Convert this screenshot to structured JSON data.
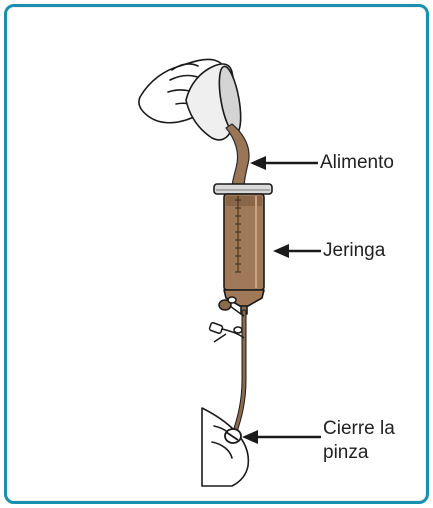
{
  "labels": {
    "food": "Alimento",
    "syringe": "Jeringa",
    "clamp_line1": "Cierre la",
    "clamp_line2": "pinza"
  },
  "colors": {
    "border": "#1a8fb0",
    "syringe_fill": "#a07a58",
    "tube": "#8c6a4c",
    "ink": "#222222"
  },
  "icons": {
    "hand_top": "pouring-hand-icon",
    "cup": "cup-icon",
    "syringe": "syringe-icon",
    "clamp": "clamp-icon",
    "hand_bottom": "holding-hand-icon"
  }
}
